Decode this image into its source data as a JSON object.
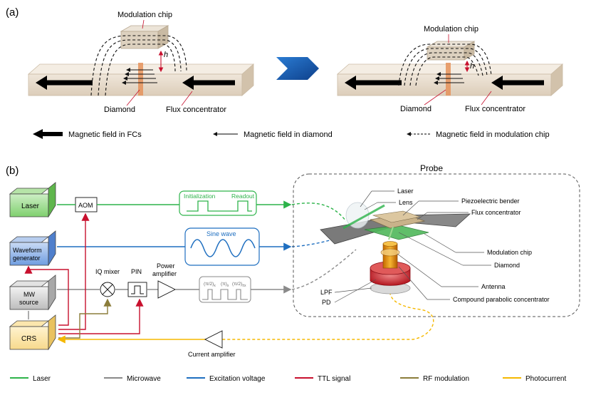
{
  "panel_a": {
    "label": "(a)",
    "left": {
      "chip_label": "Modulation chip",
      "h_label": "h",
      "diamond_label": "Diamond",
      "fc_label": "Flux concentrator"
    },
    "right": {
      "chip_label": "Modulation chip",
      "h_label": "h",
      "diamond_label": "Diamond",
      "fc_label": "Flux concentrator"
    },
    "legend": {
      "fc": "Magnetic field in FCs",
      "diamond": "Magnetic field in diamond",
      "chip": "Magnetic field in modulation chip"
    }
  },
  "panel_b": {
    "label": "(b)",
    "blocks": {
      "laser": "Laser",
      "aom": "AOM",
      "waveform1": "Waveform",
      "waveform2": "generator",
      "mw1": "MW",
      "mw2": "source",
      "crs": "CRS",
      "iq": "IQ mixer",
      "pin": "PIN",
      "pa1": "Power",
      "pa2": "amplifier",
      "current_amp": "Current amplifier"
    },
    "signals": {
      "init": "Initialization",
      "readout": "Readout",
      "sine": "Sine wave",
      "seq1": "(π/2)",
      "seq1_sub": "x",
      "seq2": "(π)",
      "seq2_sub": "x",
      "seq3": "(π/2)",
      "seq3_sub": "±x"
    },
    "probe": {
      "title": "Probe",
      "laser": "Laser",
      "lens": "Lens",
      "piezo": "Piezoelectric bender",
      "fc": "Flux concentrator",
      "chip": "Modulation chip",
      "diamond": "Diamond",
      "antenna": "Antenna",
      "cpc": "Compound parabolic concentrator",
      "lpf": "LPF",
      "pd": "PD"
    },
    "legend": [
      {
        "label": "Laser",
        "color": "#2db34a"
      },
      {
        "label": "Microwave",
        "color": "#8a8a8a"
      },
      {
        "label": "Excitation voltage",
        "color": "#1f6fc0"
      },
      {
        "label": "TTL signal",
        "color": "#c8102e"
      },
      {
        "label": "RF modulation",
        "color": "#8b7d3a"
      },
      {
        "label": "Photocurrent",
        "color": "#f5b800"
      }
    ]
  }
}
